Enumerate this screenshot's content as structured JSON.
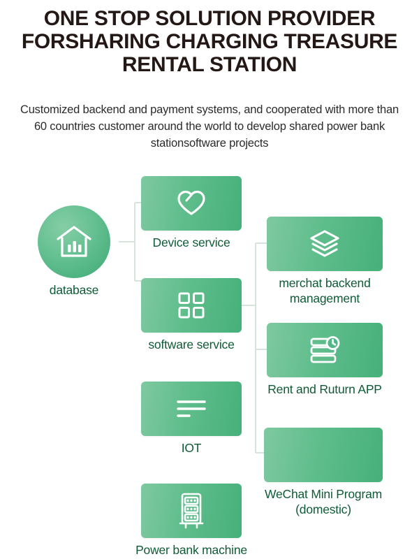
{
  "header": {
    "title": "ONE STOP SOLUTION PROVIDER FORSHARING CHARGING TREASURE RENTAL STATION",
    "subtitle": "Customized backend and payment systems, and cooperated with more than 60 countries customer around the world to develop shared power bank stationsoftware projects"
  },
  "colors": {
    "title_text": "#231815",
    "subtitle_text": "#2b2b2b",
    "node_label_text": "#0e5b36",
    "chip_gradient_start": "#7fc9a0",
    "chip_gradient_end": "#46b07a",
    "circle_gradient_start": "#86cda6",
    "circle_gradient_end": "#3da874",
    "connector_line": "#d7e4dc",
    "icon_stroke": "#ffffff",
    "background": "#ffffff"
  },
  "diagram": {
    "root": {
      "id": "database",
      "label": "database",
      "icon": "warehouse-chart-icon",
      "shape": "circle"
    },
    "nodes": [
      {
        "id": "device",
        "label": "Device service",
        "icon": "heart-icon",
        "shape": "rounded-rect"
      },
      {
        "id": "software",
        "label": "software service",
        "icon": "grid-squares-icon",
        "shape": "rounded-rect"
      },
      {
        "id": "iot",
        "label": "IOT",
        "icon": "list-lines-icon",
        "shape": "rounded-rect"
      },
      {
        "id": "powerbank",
        "label": "Power bank machine",
        "icon": "cabinet-icon",
        "shape": "rounded-rect"
      },
      {
        "id": "merchant",
        "label": "merchat backend\nmanagement",
        "icon": "layers-icon",
        "shape": "rounded-rect"
      },
      {
        "id": "rent",
        "label": "Rent and Ruturn APP",
        "icon": "stack-clock-icon",
        "shape": "rounded-rect"
      },
      {
        "id": "wechat",
        "label": "WeChat Mini Program\n(domestic)",
        "icon": "none",
        "shape": "rounded-rect"
      }
    ],
    "connections": [
      {
        "from": "database",
        "to": "device"
      },
      {
        "from": "database",
        "to": "software"
      },
      {
        "from": "software",
        "to": "merchant"
      },
      {
        "from": "software",
        "to": "rent"
      },
      {
        "from": "software",
        "to": "wechat"
      }
    ]
  }
}
